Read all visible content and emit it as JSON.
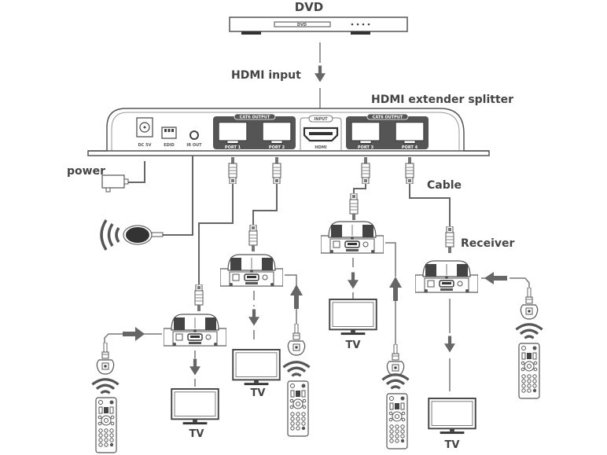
{
  "labels": {
    "dvd_title": "DVD",
    "dvd_slot": "DVD",
    "hdmi_input": "HDMI input",
    "splitter_title": "HDMI extender splitter",
    "power": "power",
    "cable": "Cable",
    "receiver": "Receiver",
    "tv": "TV"
  },
  "splitter_panel": {
    "dc": "DC 5V",
    "edid": "EDID",
    "ir_out": "IR OUT",
    "cat6_output": "CAT6 OUTPUT",
    "input": "INPUT",
    "hdmi": "HDMI",
    "ports": [
      "PORT 1",
      "PORT 2",
      "PORT 3",
      "PORT 4"
    ]
  },
  "receivers": [
    {
      "id": "receiver-1",
      "port": "PORT 1"
    },
    {
      "id": "receiver-2",
      "port": "PORT 2"
    },
    {
      "id": "receiver-3",
      "port": "PORT 3"
    },
    {
      "id": "receiver-4",
      "port": "PORT 4"
    }
  ],
  "tvs": [
    "TV",
    "TV",
    "TV",
    "TV"
  ],
  "colors": {
    "line": "#666666",
    "text": "#444444",
    "panel_dark": "#5a5a5a"
  }
}
